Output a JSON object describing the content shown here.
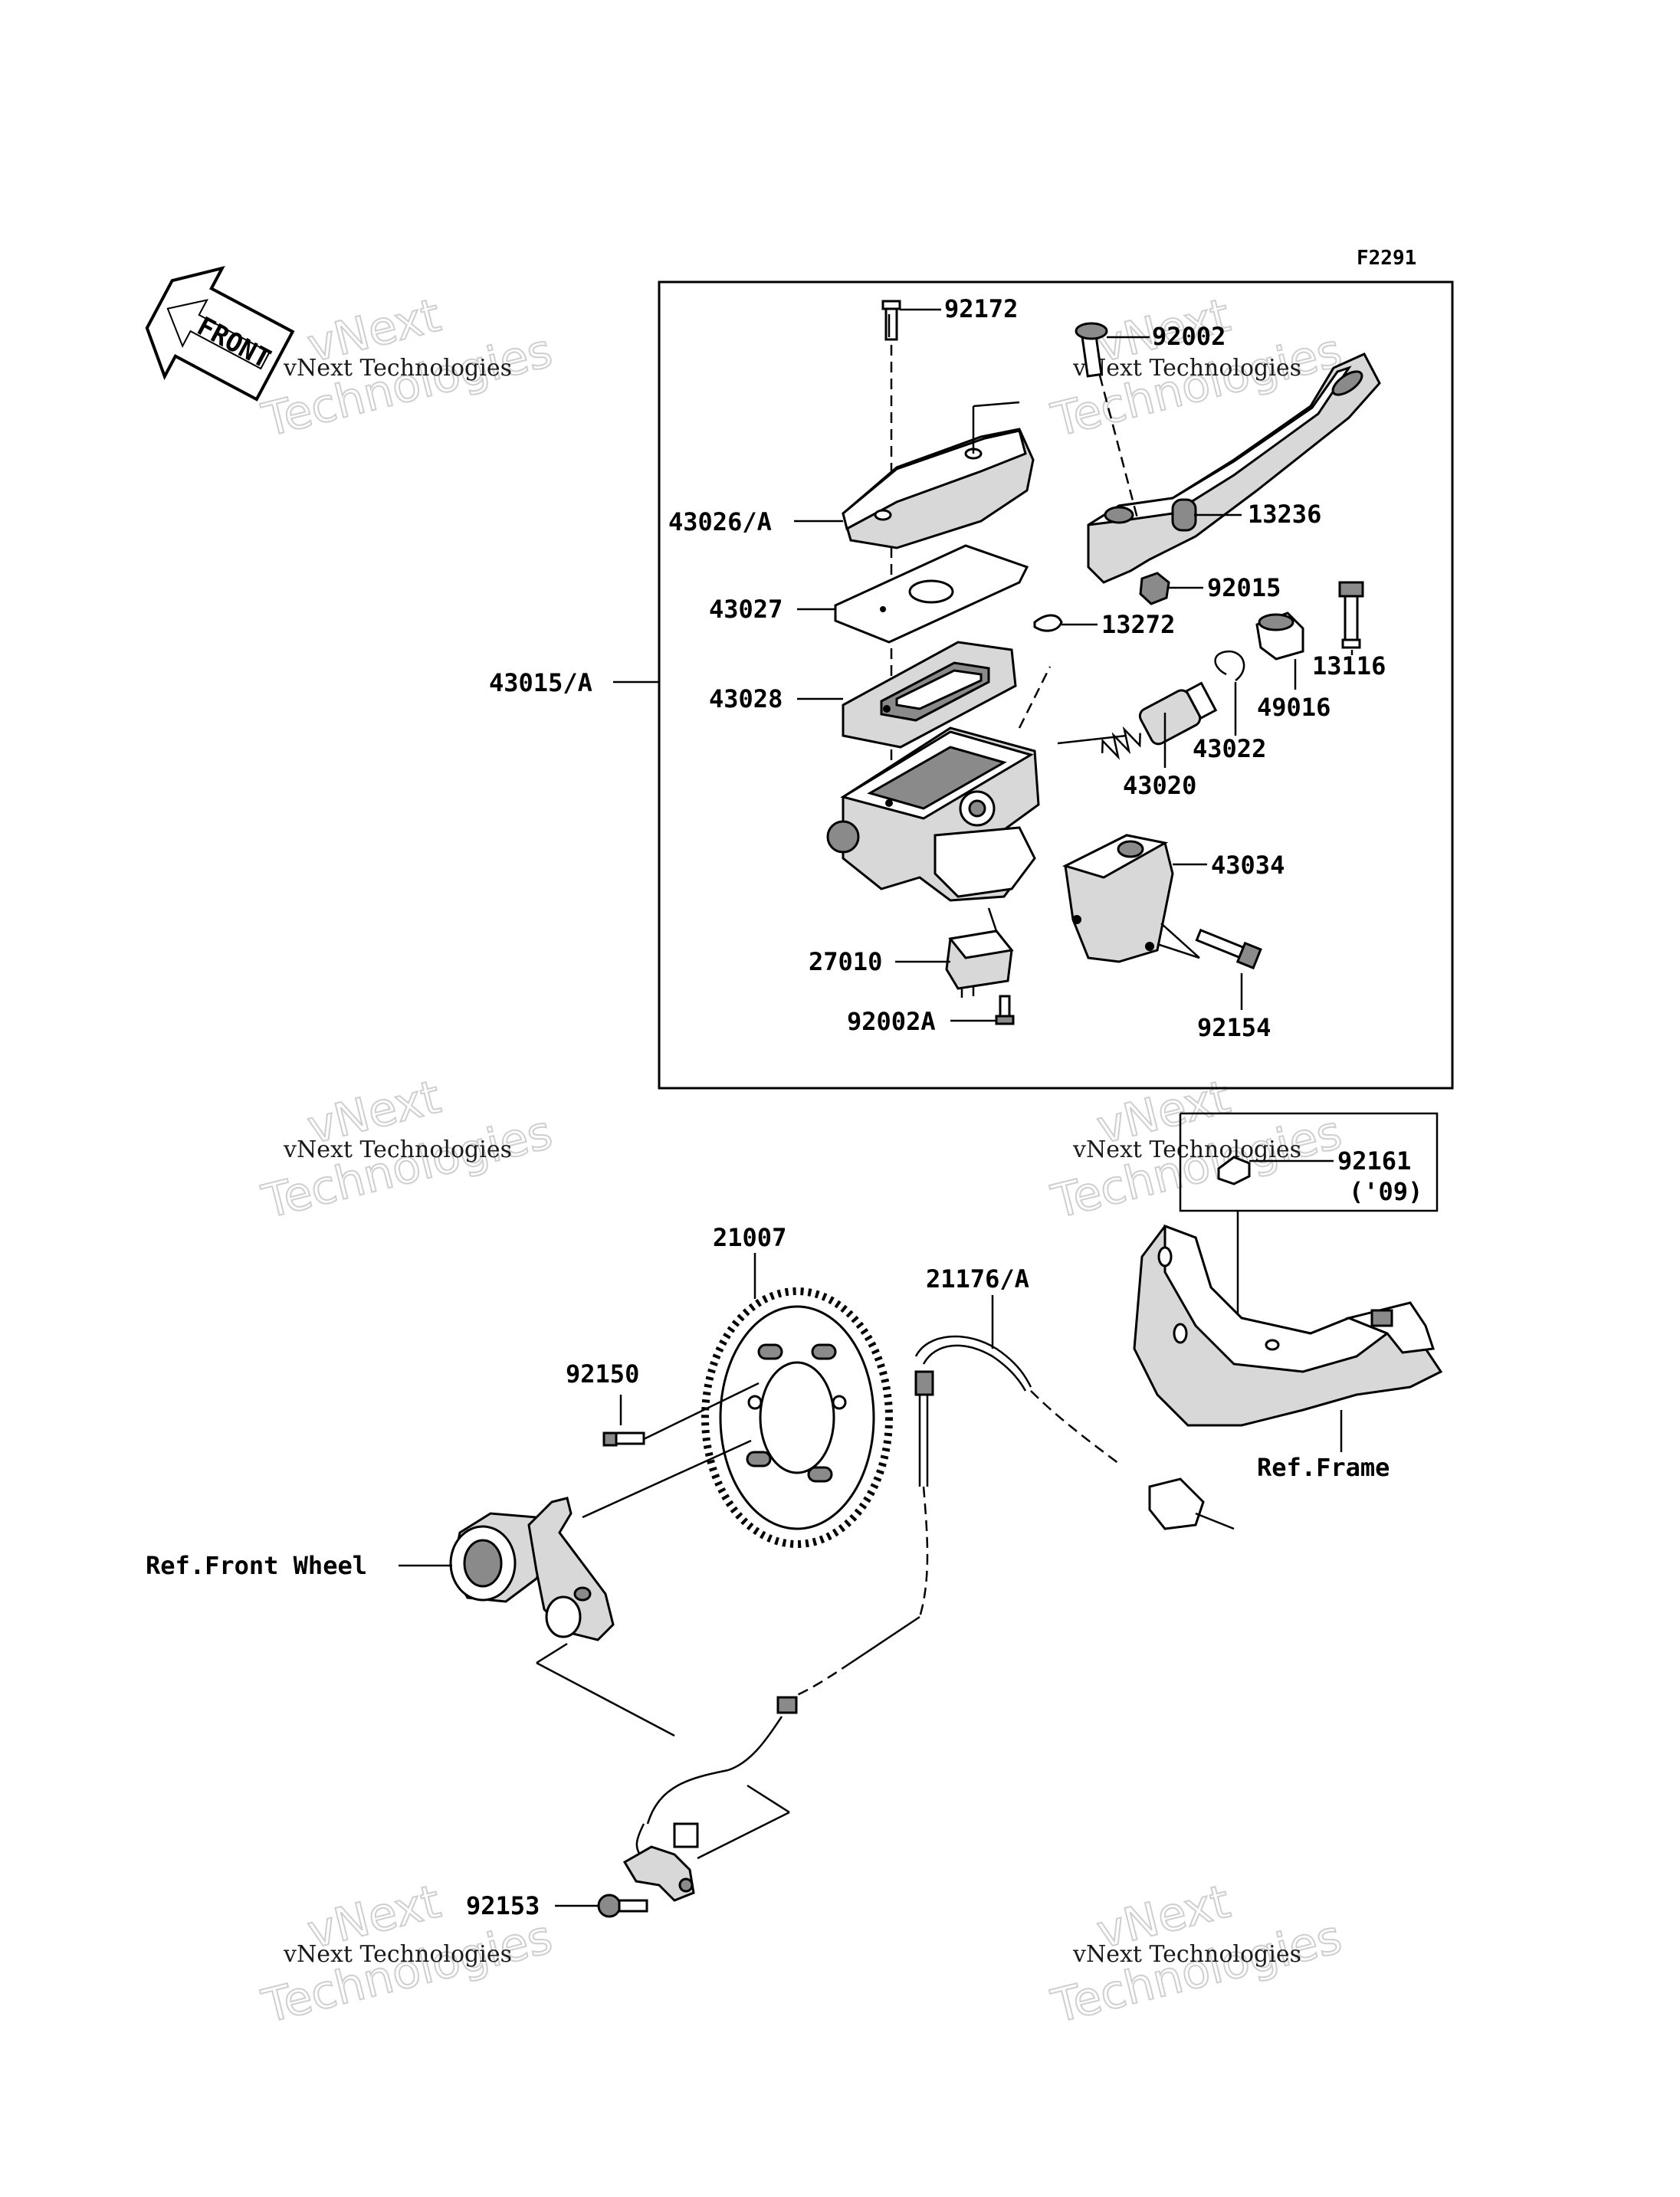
{
  "figure_code": "F2291",
  "front_label": "FRONT",
  "watermark": {
    "line1": "vNext",
    "line2": "Technologies",
    "small": "vNext Technologies"
  },
  "callouts": {
    "p92172": "92172",
    "p92002": "92002",
    "p43026A": "43026/A",
    "p13236": "13236",
    "p43027": "43027",
    "p92015": "92015",
    "p13272": "13272",
    "p13116": "13116",
    "p43015A": "43015/A",
    "p43028": "43028",
    "p49016": "49016",
    "p43022": "43022",
    "p43020": "43020",
    "p43034": "43034",
    "p27010": "27010",
    "p92002A": "92002A",
    "p92154": "92154",
    "p92161": "92161",
    "p92161_year": "('09)",
    "p21007": "21007",
    "p21176A": "21176/A",
    "p92150": "92150",
    "ref_frame": "Ref.Frame",
    "ref_front_wheel": "Ref.Front Wheel",
    "p92153": "92153"
  }
}
